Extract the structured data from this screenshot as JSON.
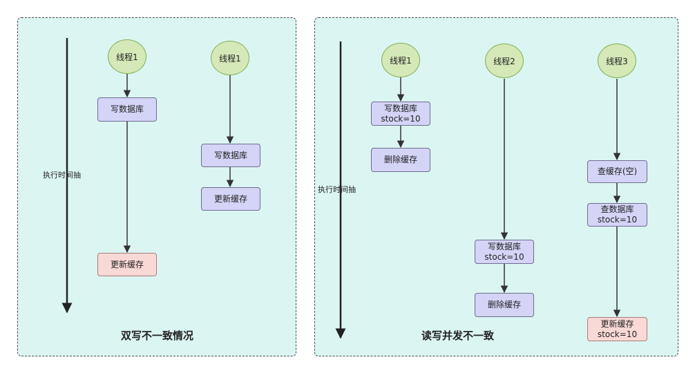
{
  "left": {
    "timeline_label": "执行时间抽",
    "caption": "双写不一致情况",
    "thread_a": {
      "label": "线程1",
      "step1": "写数据库",
      "step2": "更新缓存"
    },
    "thread_b": {
      "label": "线程1",
      "step1": "写数据库",
      "step2": "更新缓存"
    }
  },
  "right": {
    "timeline_label": "执行时间抽",
    "caption": "读写并发不一致",
    "thread1": {
      "label": "线程1",
      "step1_l1": "写数据库",
      "step1_l2": "stock=10",
      "step2": "删除缓存"
    },
    "thread2": {
      "label": "线程2",
      "step1_l1": "写数据库",
      "step1_l2": "stock=10",
      "step2": "删除缓存"
    },
    "thread3": {
      "label": "线程3",
      "step1": "查缓存(空)",
      "step2_l1": "查数据库",
      "step2_l2": "stock=10",
      "step3_l1": "更新缓存",
      "step3_l2": "stock=10"
    }
  },
  "colors": {
    "panel_bg": "#dbf5f3",
    "thread_fill": "#d5e8b8",
    "step_fill": "#d4d4f7",
    "highlight_fill": "#f9d9d6"
  }
}
